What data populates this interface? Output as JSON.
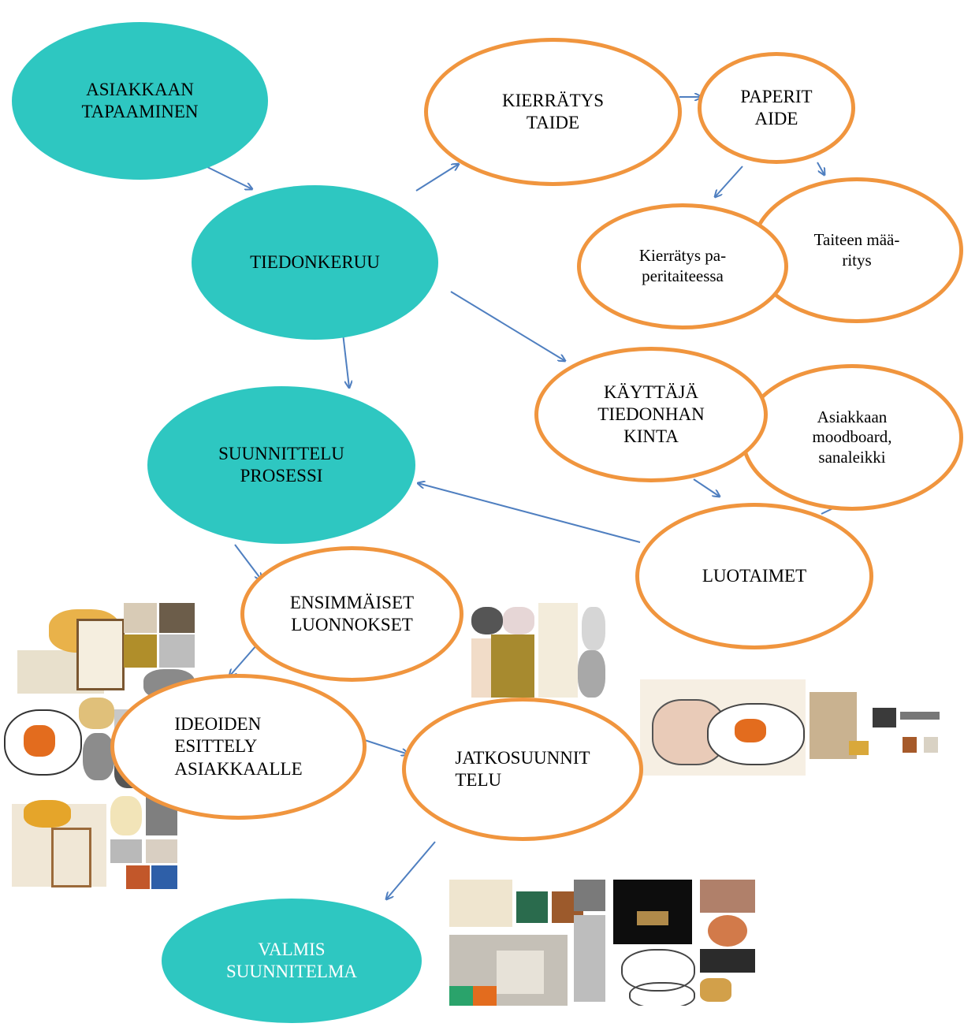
{
  "colors": {
    "teal": "#2ec7c1",
    "orange": "#f0953e",
    "arrow": "#4f7fc0"
  },
  "nodes": {
    "asiakkaan_tapaaminen": "ASIAKKAAN\nTAPAAMINEN",
    "tiedonkeruu": "TIEDONKERUU",
    "kierratys_taide": "KIERRÄTYS\nTAIDE",
    "paperit_aide": "PAPERIT\nAIDE",
    "taiteen_maaritys": "Taiteen mää-\nritys",
    "kierratys_paperitaiteessa": "Kierrätys pa-\nperitaiteessa",
    "kayttaja_tiedonhankinta": "KÄYTTÄJÄ\nTIEDONHAN\nKINTA",
    "asiakkaan_moodboard": "Asiakkaan\nmoodboard,\nsanaleikki",
    "suunnittelu_prosessi": "SUUNNITTELU\nPROSESSI",
    "luotaimet": "LUOTAIMET",
    "ensimmaiset_luonnokset": "ENSIMMÄISET\nLUONNOKSET",
    "ideoiden_esittely": "IDEOIDEN\nESITTELY\nASIAKKAALLE",
    "jatkosuunnittelu": "JATKOSUUNNIT\nTELU",
    "valmis_suunnitelma": "VALMIS\nSUUNNITELMA"
  }
}
